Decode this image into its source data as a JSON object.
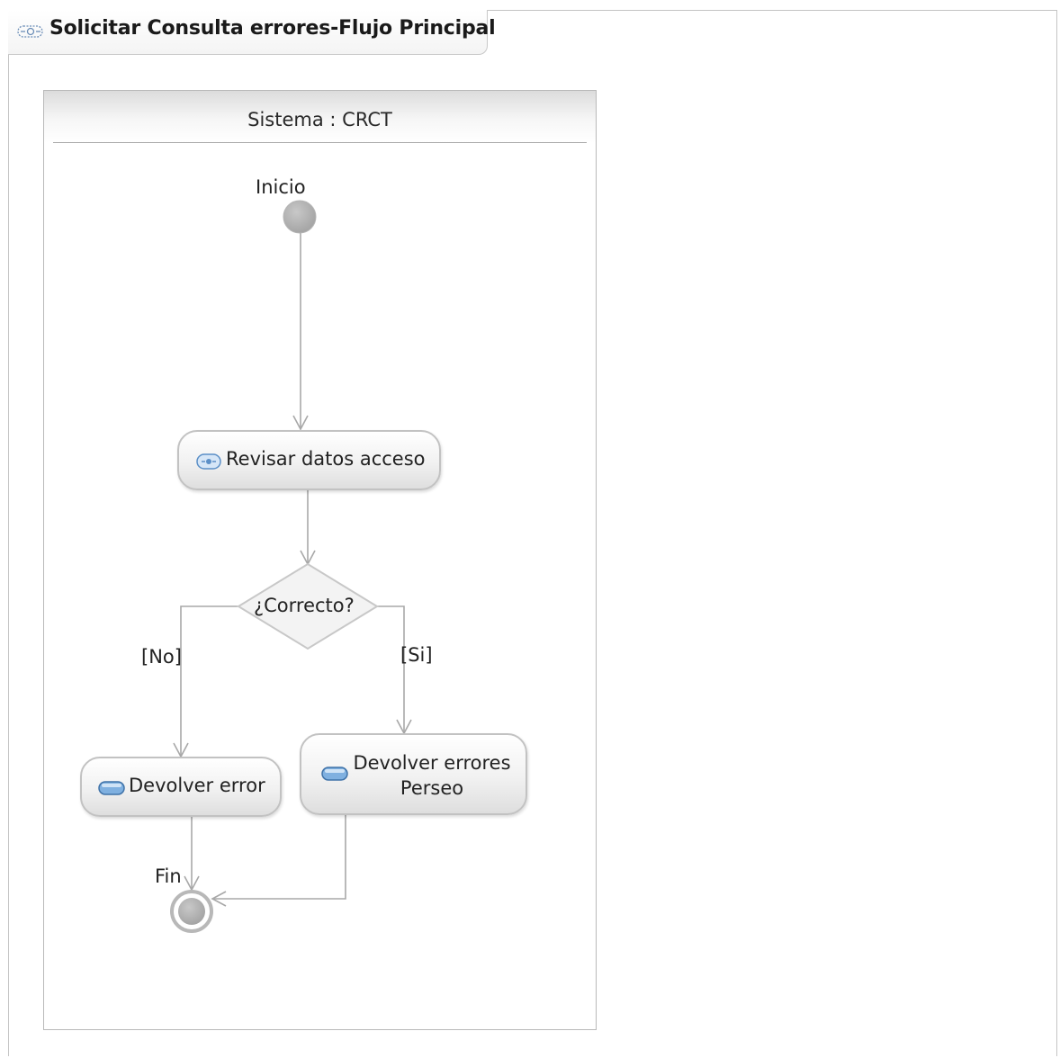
{
  "diagram": {
    "title": "Solicitar Consulta errores-Flujo Principal",
    "partition": "Sistema : CRCT",
    "initial": "Inicio",
    "final": "Fin",
    "actions": {
      "revisar": "Revisar datos acceso",
      "error": "Devolver error",
      "errores_line1": "Devolver errores",
      "errores_line2": "Perseo"
    },
    "decision": "¿Correcto?",
    "guards": {
      "no": "[No]",
      "si": "[Si]"
    },
    "colors": {
      "line": "#a8a8a8",
      "node_border": "#c2c2c2",
      "initial": "#a9a9a9",
      "icon_blue": "#5b8fc7"
    },
    "icons": {
      "title": "activity-diagram-icon",
      "revisar": "call-behavior-action-icon",
      "actions": "opaque-action-icon"
    }
  }
}
